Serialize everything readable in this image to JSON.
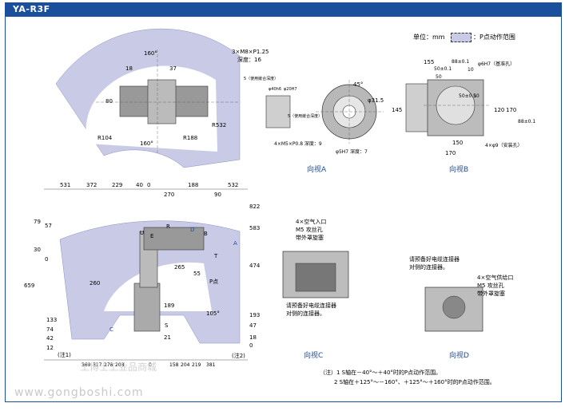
{
  "header": {
    "title": "YA-R3F"
  },
  "legend": {
    "unit": "单位：mm",
    "range": "：P点动作范围"
  },
  "top_left": {
    "thread": "3×M8×P1.25",
    "depth": "深度：16",
    "d160a": "160°",
    "d160b": "160°",
    "d18": "18",
    "d37": "37",
    "d80": "80",
    "r532": "R532",
    "r104": "R104",
    "r188": "R188"
  },
  "view_a": {
    "caption": "向视A",
    "depth_top": "5（使用嵌合深度）",
    "depth_mid": "5（使用嵌合深度）",
    "phi40": "φ40h6",
    "phi20": "φ20H7",
    "phi31": "φ31.5",
    "a45": "45°",
    "m5": "4×M5×P0.8 深度：9",
    "h5": "φ5H7 深度：7"
  },
  "view_b": {
    "caption": "向视B",
    "d155": "155",
    "d88a": "88±0.1",
    "d50a": "50±0.1",
    "d50b": "50",
    "d10": "10",
    "phi6": "φ6H7（基准孔）",
    "d145": "145",
    "d120": "120",
    "d170v": "170",
    "d88v": "88±0.1",
    "d50v": "50",
    "d50v2": "50±0.1",
    "d150": "150",
    "d170": "170",
    "phi9": "4×φ9（安装孔）"
  },
  "side_view": {
    "top": [
      "531",
      "372",
      "229",
      "40",
      "0",
      "188",
      "532",
      "270",
      "90"
    ],
    "left": [
      "79",
      "57",
      "30",
      "0",
      "659",
      "133",
      "74",
      "42",
      "12"
    ],
    "right": [
      "822",
      "583",
      "474",
      "193",
      "47",
      "18",
      "0"
    ],
    "bottom": [
      "369",
      "317",
      "278",
      "208",
      "0",
      "158",
      "204",
      "219",
      "381"
    ],
    "misc": [
      "189",
      "21",
      "S",
      "R",
      "T",
      "U",
      "B",
      "A",
      "C",
      "D",
      "E",
      "P点",
      "260",
      "55",
      "105°",
      "265",
      "(注1)",
      "(注2)"
    ]
  },
  "view_c": {
    "caption": "向视C",
    "note1": "4×空气入口",
    "note2": "M5 攻丝孔",
    "note3": "带外罩旋塞",
    "note4": "请预备好电缆连接器",
    "note5": "对侧的连接器。"
  },
  "view_d": {
    "caption": "向视D",
    "note1": "请预备好电缆连接器",
    "note2": "对侧的连接器。",
    "note3": "4×空气供给口",
    "note4": "M5 攻丝孔",
    "note5": "带外罩旋塞"
  },
  "notes": {
    "n1": "（注）1  S轴在－40°～＋40°时的P点动作范围。",
    "n2": "2  S轴在＋125°～－160°、＋125°～＋160°时的P点动作范围。"
  },
  "watermark": {
    "text": "www.gongboshi.com",
    "brand": "工博士工业品商城"
  }
}
